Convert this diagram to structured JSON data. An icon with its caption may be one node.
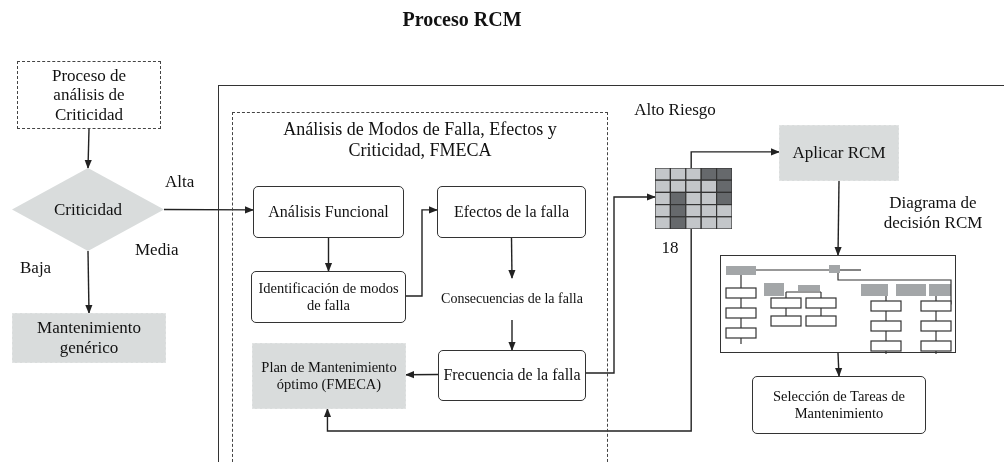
{
  "diagram": {
    "title": "Proceso RCM",
    "nodes": [
      {
        "text": [
          "Proceso de análisis de Criticidad"
        ]
      },
      {
        "text": [
          "Criticidad"
        ]
      },
      {
        "text": [
          "Mantenimiento genérico"
        ]
      },
      {
        "text": [],
        "shape": "box"
      },
      {
        "text": [
          "Análisis de Modos de Falla, Efectos y Criticidad, FMECA"
        ],
        "in": 3
      },
      {
        "text": [
          "Análisis Funcional"
        ],
        "in": 4
      },
      {
        "text": [
          "Efectos de la falla"
        ],
        "in": 4
      },
      {
        "text": [
          "Identificación de modos de falla"
        ],
        "in": 4
      },
      {
        "text": [
          "Consecuencias de la falla"
        ],
        "in": 4
      },
      {
        "text": [
          "Plan de Mantenimiento óptimo (FMECA)"
        ],
        "in": 4
      },
      {
        "text": [
          "Frecuencia de la falla"
        ],
        "in": 4
      },
      {
        "text": [],
        "shape": "picture",
        "beside": [
          "Alto Riesgo",
          "18"
        ],
        "in": 3
      },
      {
        "text": [
          "Aplicar RCM"
        ],
        "in": 3
      },
      {
        "text": [],
        "shape": "picture",
        "in": 3
      },
      {
        "text": [
          "Selección de Tareas de Mantenimiento"
        ],
        "in": 3
      }
    ],
    "edges": [
      {
        "from": 0,
        "to": 1,
        "arrow": "to"
      },
      {
        "from": 1,
        "to": 2,
        "arrow": "to",
        "label": "Baja"
      },
      {
        "from": 1,
        "to": 5,
        "arrow": "to",
        "label": "Alta"
      },
      {
        "from": 5,
        "to": 7,
        "arrow": "to"
      },
      {
        "from": 7,
        "to": 6,
        "arrow": "to"
      },
      {
        "from": 6,
        "to": 8,
        "arrow": "to"
      },
      {
        "from": 8,
        "to": 10,
        "arrow": "to"
      },
      {
        "from": 10,
        "to": 9,
        "arrow": "to"
      },
      {
        "from": 10,
        "to": 11,
        "arrow": "to"
      },
      {
        "from": 11,
        "to": 12,
        "arrow": "to"
      },
      {
        "from": 11,
        "to": 9,
        "arrow": "to"
      },
      {
        "from": 12,
        "to": 13,
        "arrow": "to"
      },
      {
        "from": 13,
        "to": 14,
        "arrow": "to"
      }
    ],
    "labels": [
      "Media",
      "Diagrama de decisión RCM"
    ]
  }
}
